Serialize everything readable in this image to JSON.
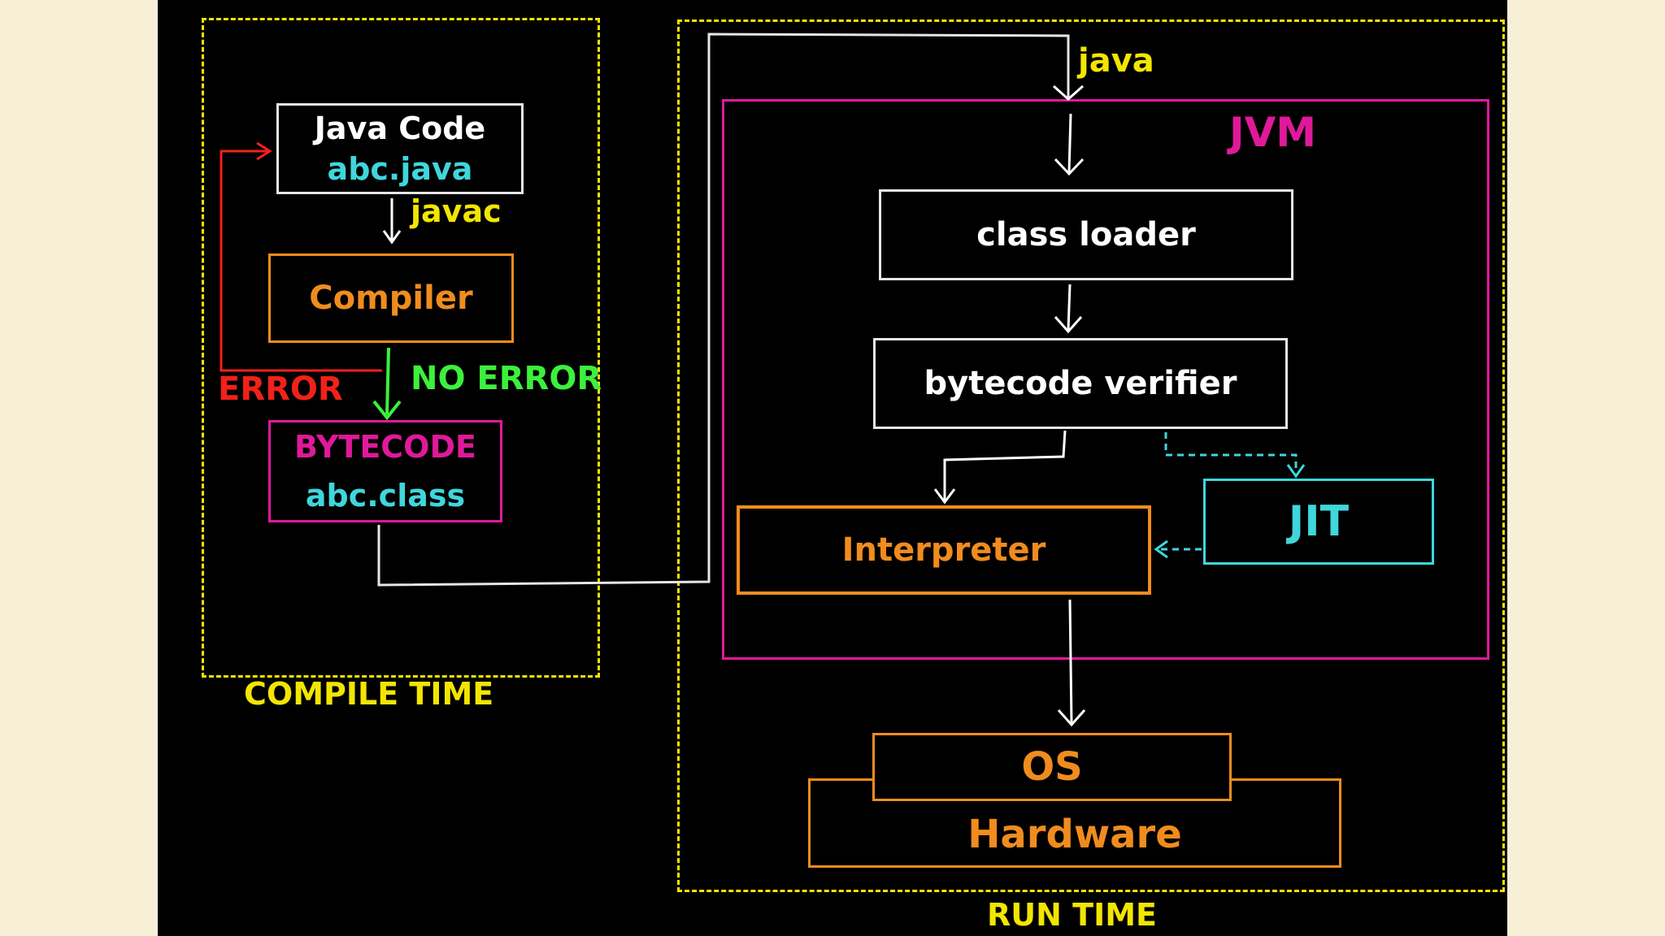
{
  "compile_time": {
    "label": "COMPILE TIME",
    "java_code": {
      "title": "Java Code",
      "file": "abc.java"
    },
    "javac_label": "javac",
    "compiler": "Compiler",
    "error_label": "ERROR",
    "no_error_label": "NO ERROR",
    "bytecode": {
      "title": "BYTECODE",
      "file": "abc.class"
    }
  },
  "run_time": {
    "label": "RUN TIME",
    "java_label": "java",
    "jvm": {
      "label": "JVM",
      "class_loader": "class loader",
      "bytecode_verifier": "bytecode verifier",
      "interpreter": "Interpreter",
      "jit": "JIT"
    },
    "os": "OS",
    "hardware": "Hardware"
  },
  "colors": {
    "background": "#000000",
    "page": "#f7efd6",
    "yellow": "#f2e600",
    "white": "#ffffff",
    "cyan": "#3fd6dc",
    "orange": "#f08c1e",
    "magenta": "#e0199a",
    "red": "#f2211a",
    "green": "#3cf03c"
  }
}
